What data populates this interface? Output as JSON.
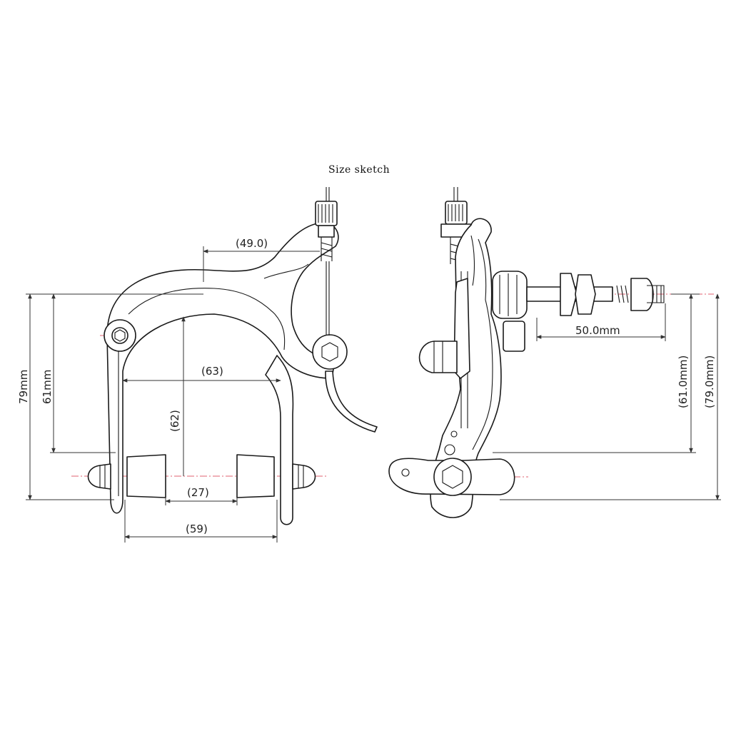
{
  "title": "Size sketch",
  "colors": {
    "line": "#1a1a1a",
    "centerline": "#e06070",
    "background": "#ffffff"
  },
  "front_view": {
    "dims": {
      "reach_arm": "(49.0)",
      "inner_width": "(63)",
      "inner_height": "(62)",
      "pad_gap": "(27)",
      "outer_width": "(59)",
      "height_max": "79mm",
      "height_min": "61mm"
    }
  },
  "side_view": {
    "dims": {
      "bolt_length": "50.0mm",
      "height_min": "(61.0mm)",
      "height_max": "(79.0mm)"
    }
  }
}
